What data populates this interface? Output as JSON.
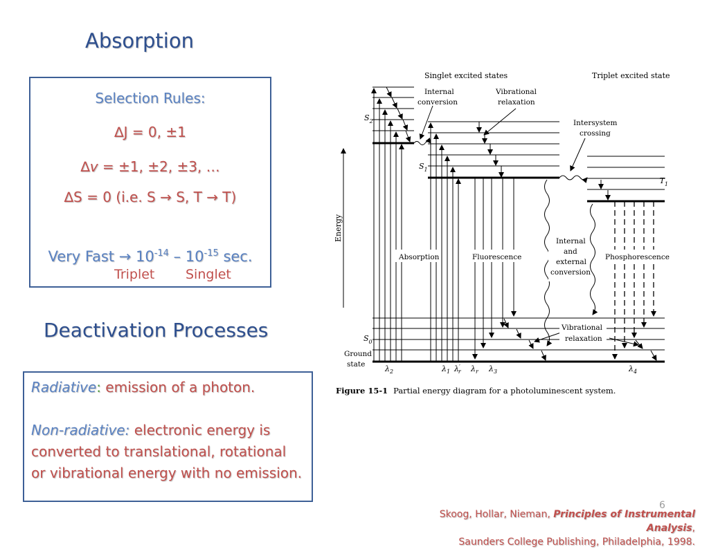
{
  "slide": {
    "title": "Absorption",
    "number": "6"
  },
  "selection_rules": {
    "heading": "Selection Rules:",
    "rule_j": "∆J = 0, ±1",
    "rule_v_symbol": "∆",
    "rule_v_var": "v",
    "rule_v_rest": " = ±1, ±2, ±3, …",
    "rule_s": "∆S = 0 (i.e. S → S, T → T)",
    "fast_prefix": "Very Fast → 10",
    "fast_exp1": "-14",
    "fast_mid": " – 10",
    "fast_exp2": "-15",
    "fast_suffix": " sec.",
    "tag_triplet": "Triplet",
    "tag_singlet": "Singlet"
  },
  "deactivation": {
    "heading": "Deactivation Processes",
    "radiative_label": "Radiative",
    "radiative_colon": ":",
    "radiative_text": "  emission of a photon.",
    "nonradiative_label": "Non-radiative:",
    "nonradiative_text": "  electronic energy is converted to translational, rotational or vibrational energy with no emission."
  },
  "figure": {
    "header_singlet": "Singlet excited states",
    "header_triplet": "Triplet excited state",
    "label_internal_conversion_1": "Internal",
    "label_internal_conversion_2": "conversion",
    "label_vibrational_relaxation_1": "Vibrational",
    "label_vibrational_relaxation_2": "relaxation",
    "label_intersystem_1": "Intersystem",
    "label_intersystem_2": "crossing",
    "label_s2": "S",
    "label_s2_sub": "2",
    "label_s1": "S",
    "label_s1_sub": "1",
    "label_t1": "T",
    "label_t1_sub": "1",
    "label_s0": "S",
    "label_s0_sub": "0",
    "label_energy": "Energy",
    "label_ground_1": "Ground",
    "label_ground_2": "state",
    "label_absorption": "Absorption",
    "label_fluorescence": "Fluorescence",
    "label_phosphorescence": "Phosphorescence",
    "label_int_ext_1": "Internal",
    "label_int_ext_2": "and",
    "label_int_ext_3": "external",
    "label_int_ext_4": "conversion",
    "label_vib_relax_bottom_1": "Vibrational",
    "label_vib_relax_bottom_2": "relaxation",
    "lambda_2": "2",
    "lambda_1": "1",
    "lambda_1_prime": "′",
    "lambda_r_prime_sub": "r",
    "lambda_r_sub": "r",
    "lambda_3": "3",
    "lambda_4": "4",
    "caption_bold": "Figure 15-1",
    "caption_text": "Partial energy diagram for a photoluminescent system."
  },
  "citation": {
    "authors": "Skoog, Hollar, Nieman, ",
    "book": "Principles of Instrumental Analysis",
    "comma": ",",
    "publisher": "Saunders College Publishing, Philadelphia, 1998."
  },
  "colors": {
    "heading_blue": "#2e4f8e",
    "light_blue": "#5a82c2",
    "red": "#c0504d",
    "green": "#4f9a3b",
    "border": "#3d5f96"
  }
}
